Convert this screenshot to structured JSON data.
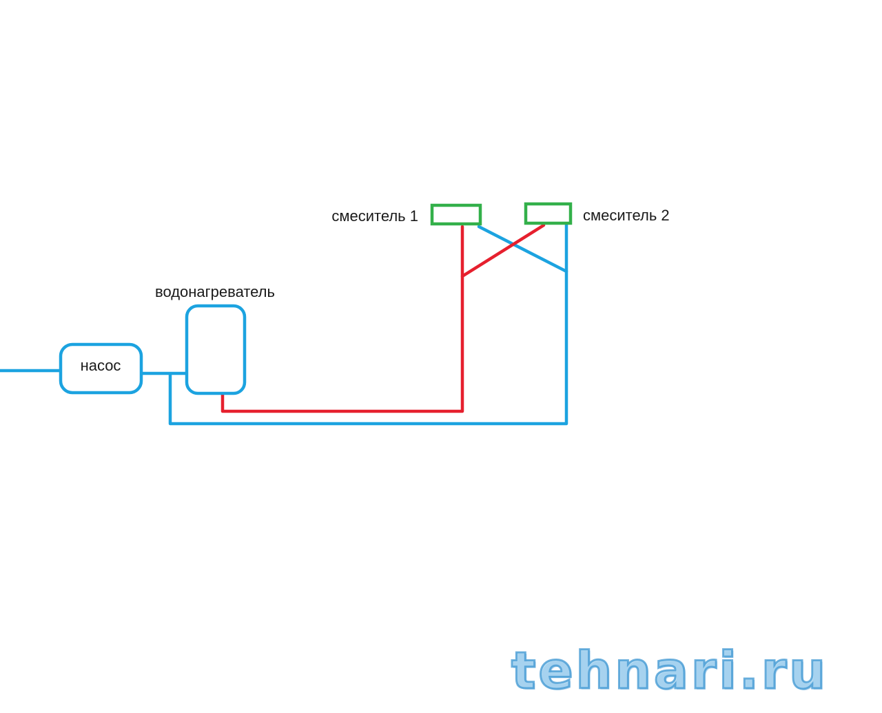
{
  "diagram": {
    "labels": {
      "pump": "насос",
      "heater": "водонагреватель",
      "mixer1": "смеситель 1",
      "mixer2": "смеситель 2"
    },
    "colors": {
      "cold_water_line": "#1ca3e0",
      "hot_water_line": "#e6202e",
      "mixer_outline": "#33b04a",
      "label_text": "#1a1a1a"
    },
    "watermark": {
      "text": "tehnari.ru"
    }
  }
}
